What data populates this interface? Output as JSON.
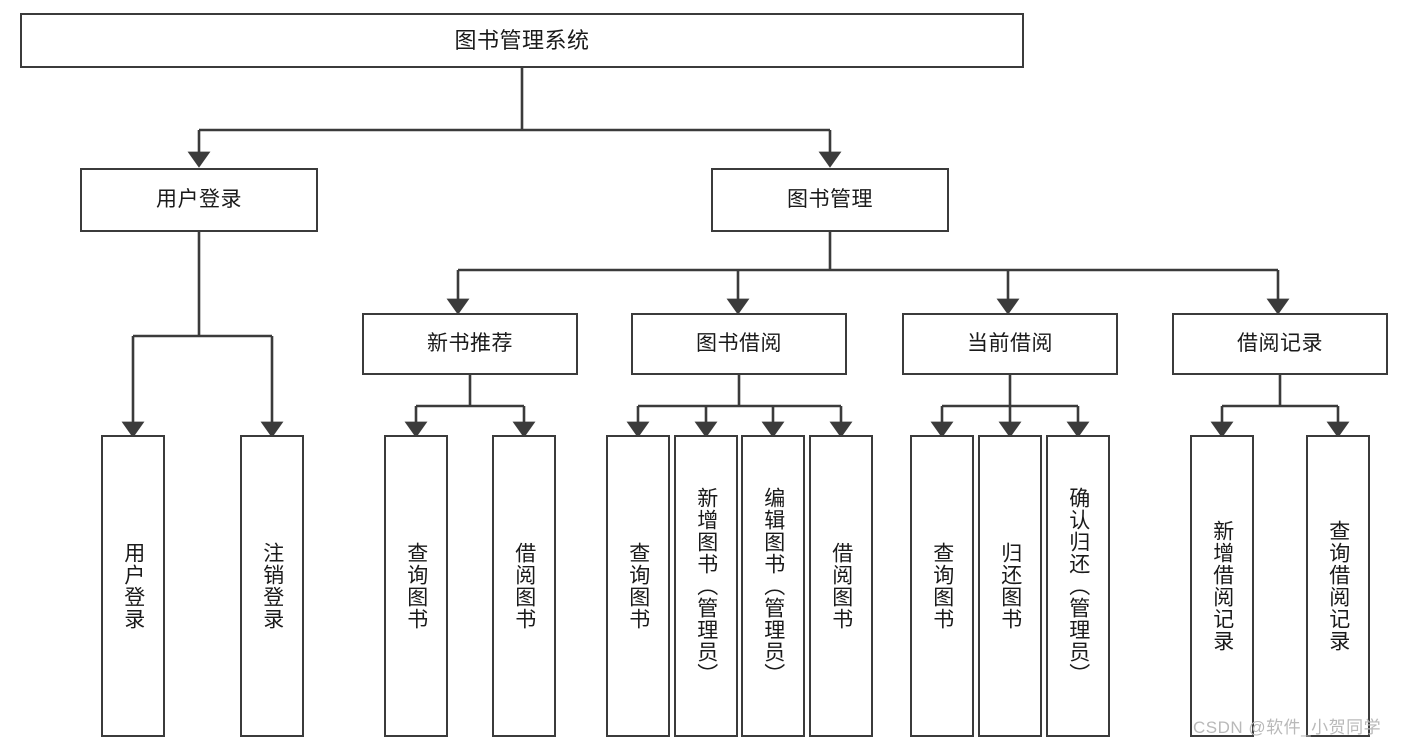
{
  "diagram": {
    "type": "tree-hierarchy",
    "title": "图书管理系统",
    "colors": {
      "background": "#ffffff",
      "box_border": "#3b3b3b",
      "box_fill": "#ffffff",
      "connector": "#3b3b3b",
      "text": "#1a1a1a",
      "watermark": "#b9b9b9"
    },
    "root": {
      "label": "图书管理系统"
    },
    "level1": [
      {
        "id": "user-login",
        "label": "用户登录"
      },
      {
        "id": "book-management",
        "label": "图书管理"
      }
    ],
    "level2": [
      {
        "id": "new-book-recommend",
        "label": "新书推荐"
      },
      {
        "id": "book-borrow",
        "label": "图书借阅"
      },
      {
        "id": "current-borrow",
        "label": "当前借阅"
      },
      {
        "id": "borrow-record",
        "label": "借阅记录"
      }
    ],
    "leaves": {
      "user_login": [
        {
          "id": "leaf-user-login",
          "label": "用户登录"
        },
        {
          "id": "leaf-logout-login",
          "label": "注销登录"
        }
      ],
      "new_book_recommend": [
        {
          "id": "leaf-query-book-1",
          "label": "查询图书"
        },
        {
          "id": "leaf-borrow-book-1",
          "label": "借阅图书"
        }
      ],
      "book_borrow": [
        {
          "id": "leaf-query-book-2",
          "label": "查询图书"
        },
        {
          "id": "leaf-add-book",
          "label": "新增图书（管理员）"
        },
        {
          "id": "leaf-edit-book",
          "label": "编辑图书（管理员）"
        },
        {
          "id": "leaf-borrow-book-2",
          "label": "借阅图书"
        }
      ],
      "current_borrow": [
        {
          "id": "leaf-query-book-3",
          "label": "查询图书"
        },
        {
          "id": "leaf-return-book",
          "label": "归还图书"
        },
        {
          "id": "leaf-confirm-return",
          "label": "确认归还（管理员）"
        }
      ],
      "borrow_record": [
        {
          "id": "leaf-add-record",
          "label": "新增借阅记录"
        },
        {
          "id": "leaf-query-record",
          "label": "查询借阅记录"
        }
      ]
    }
  },
  "watermark": {
    "text": "CSDN @软件_小贺同学"
  }
}
